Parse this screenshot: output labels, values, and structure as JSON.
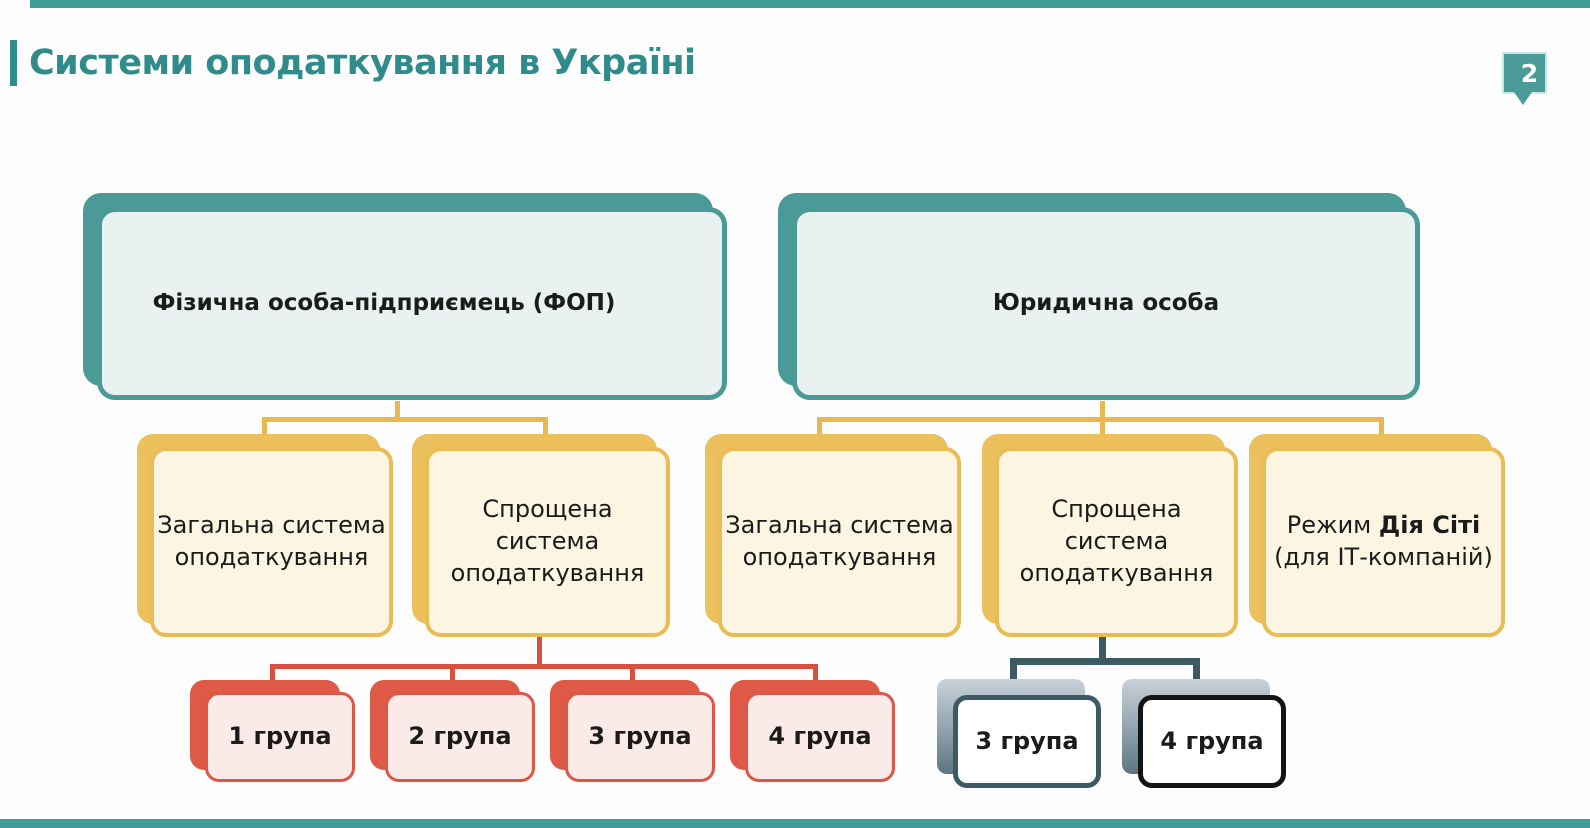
{
  "slide": {
    "title": "Системи оподаткування в Україні",
    "page_number": "2"
  },
  "theme": {
    "teal_accent": "#3f9b97",
    "teal_border": "#4a9b98",
    "teal_title": "#2f8c8a",
    "teal_fill": "#e9f1f1",
    "gold_border": "#e9bc55",
    "gold_connector": "#e9b94f",
    "cream_fill": "#fbf5e2",
    "red_border": "#dc5747",
    "red_connector": "#d8503f",
    "pink_fill": "#faeae8",
    "slate_border": "#3d5a63",
    "black_border": "#141414",
    "text": "#1b1b1b"
  },
  "tree": {
    "parents": [
      {
        "label": "Фізична особа-підприємець (ФОП)"
      },
      {
        "label": "Юридична особа"
      }
    ],
    "systems": [
      {
        "label": "Загальна система\nоподаткування"
      },
      {
        "label": "Спрощена\nсистема\nоподаткування"
      },
      {
        "label": "Загальна система\nоподаткування"
      },
      {
        "label": "Спрощена\nсистема\nоподаткування"
      },
      {
        "label_prefix": "Режим ",
        "label_bold": "Дія Сіті",
        "label_line2": "(для ІТ-компаній)"
      }
    ],
    "fop_groups": [
      {
        "label": "1 група"
      },
      {
        "label": "2 група"
      },
      {
        "label": "3 група"
      },
      {
        "label": "4 група"
      }
    ],
    "legal_groups": [
      {
        "label": "3 група"
      },
      {
        "label": "4 група"
      }
    ]
  }
}
